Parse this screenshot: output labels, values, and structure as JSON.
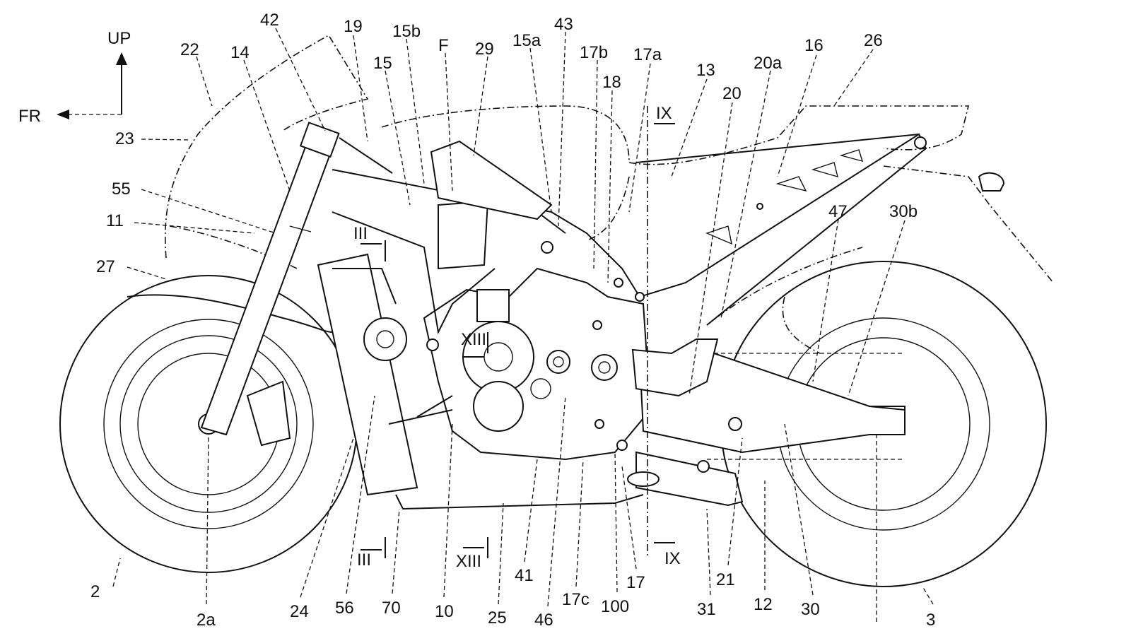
{
  "figure": {
    "direction": {
      "up": "UP",
      "front": "FR"
    },
    "labels": [
      "22",
      "42",
      "14",
      "19",
      "15b",
      "15",
      "F",
      "29",
      "15a",
      "43",
      "17b",
      "17a",
      "18",
      "13",
      "20",
      "20a",
      "16",
      "26",
      "23",
      "55",
      "11",
      "27",
      "47",
      "30b",
      "2",
      "2a",
      "24",
      "56",
      "70",
      "10",
      "25",
      "41",
      "46",
      "17c",
      "100",
      "17",
      "31",
      "21",
      "12",
      "30",
      "3"
    ],
    "section_marks": [
      "III",
      "III",
      "XIII",
      "XIII",
      "IX",
      "IX"
    ]
  }
}
